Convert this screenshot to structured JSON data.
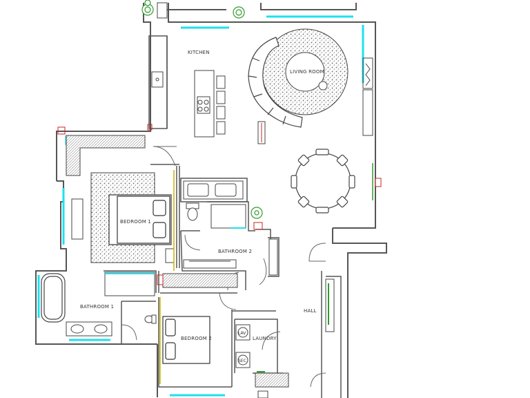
{
  "rooms": {
    "kitchen": "KITCHEN",
    "living": "LIVING ROOM",
    "bedroom1": "BEDROOM 1",
    "bathroom2": "BATHROOM 2",
    "bathroom1": "BATHROOM 1",
    "bedroom2": "BEDROOM 2",
    "hall": "HALL",
    "laundry": "LAUNDRY",
    "lav": "LAV",
    "sec": "SEC"
  },
  "colors": {
    "wall": "#555555",
    "glazing": "#1ee0ee",
    "green": "#2e9b2e",
    "red": "#cc2222",
    "yellow": "#c8b400",
    "furniture": "#444444"
  },
  "icons": [
    "plant-icon",
    "bathtub-icon",
    "toilet-icon",
    "sink-icon",
    "bed-icon",
    "dining-table-icon",
    "sofa-icon",
    "cooktop-icon",
    "fireplace-icon",
    "wardrobe-icon"
  ]
}
